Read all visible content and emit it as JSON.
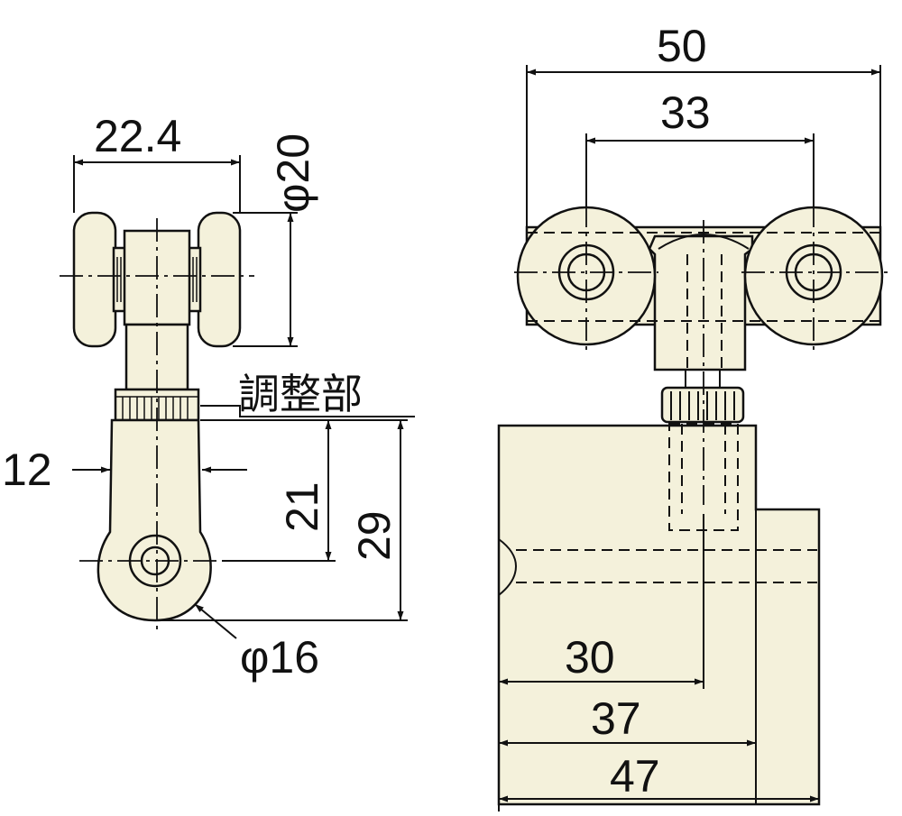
{
  "colors": {
    "part_fill": "#f4f1db",
    "line": "#111111",
    "background": "#ffffff"
  },
  "labels": {
    "width_22_4": "22.4",
    "dia_20": "φ20",
    "adjust_part": "調整部",
    "width_12": "12",
    "height_21": "21",
    "height_29": "29",
    "dia_16": "φ16",
    "width_50": "50",
    "width_33": "33",
    "len_30": "30",
    "len_37": "37",
    "len_47": "47"
  }
}
